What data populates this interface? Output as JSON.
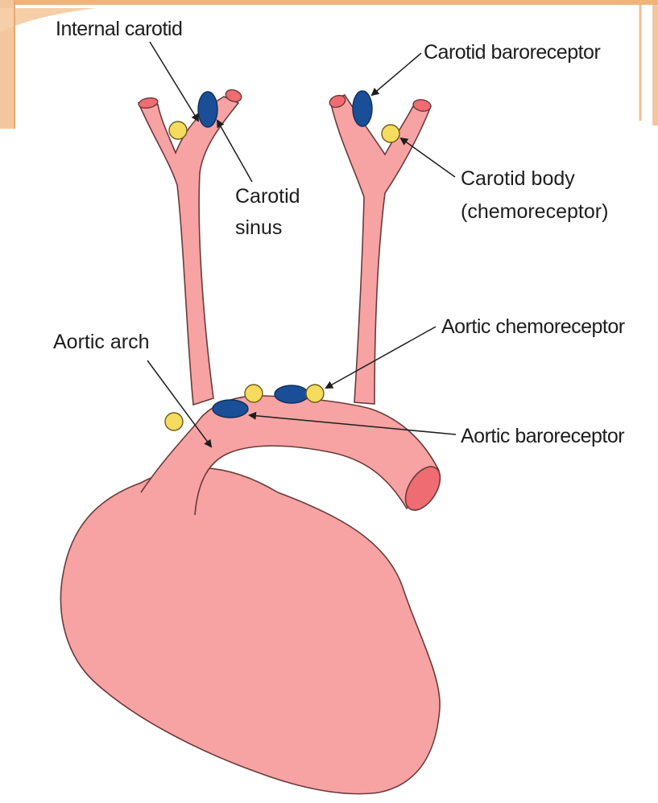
{
  "labels": {
    "internal_carotid": "Internal carotid",
    "carotid_baroreceptor": "Carotid baroreceptor",
    "carotid_sinus_line1": "Carotid",
    "carotid_sinus_line2": "sinus",
    "carotid_body_line1": "Carotid body",
    "carotid_body_line2": "(chemoreceptor)",
    "aortic_arch": "Aortic arch",
    "aortic_chemoreceptor": "Aortic chemoreceptor",
    "aortic_baroreceptor": "Aortic baroreceptor"
  },
  "colors": {
    "tissue": "#f7a3a3",
    "vessel_lumen": "#ee6c72",
    "baroreceptor": "#1a4f97",
    "chemoreceptor": "#f6dc5e",
    "outline": "#6b3a3a",
    "frame": "#efb37c"
  }
}
